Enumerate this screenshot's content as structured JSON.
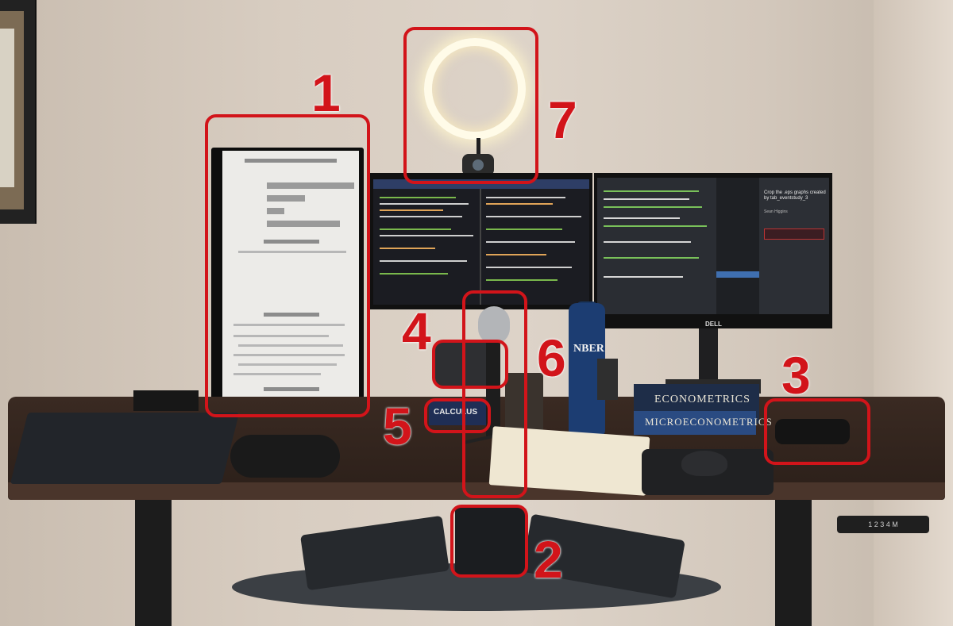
{
  "scene": {
    "walls": {
      "tone": "#d8cdc1"
    },
    "desk": {
      "tone": "#2b1f19"
    },
    "desk_controller": {
      "label": "1 2 3 4 M"
    }
  },
  "screens": {
    "left": {
      "section_titles": [
        "Prevalence of POS terminals by store type",
        "Costs of POS adoption",
        "Costs of POS adoption",
        "Benefits of POS adoption"
      ]
    },
    "right": {
      "panel_title": "Crop the .eps graphs created by tab_eventstudy_3",
      "author": "Sean Higgins"
    }
  },
  "objects": {
    "monitor_brand": "DELL",
    "bottle_text": "NBER",
    "book_top": "ECONOMETRICS",
    "book_bottom": "MICROECONOMETRICS",
    "small_book": "CALCULUS"
  },
  "callouts": [
    {
      "number": "1",
      "target": "vertical monitor"
    },
    {
      "number": "2",
      "target": "keyboard macro pad"
    },
    {
      "number": "3",
      "target": "glasses"
    },
    {
      "number": "4",
      "target": "desk lamp base"
    },
    {
      "number": "5",
      "target": "calculus book"
    },
    {
      "number": "6",
      "target": "microphone"
    },
    {
      "number": "7",
      "target": "ring light"
    }
  ],
  "colors": {
    "callout": "#d2141a",
    "ring_light": "#fffbe8",
    "bottle": "#1c3d72"
  }
}
